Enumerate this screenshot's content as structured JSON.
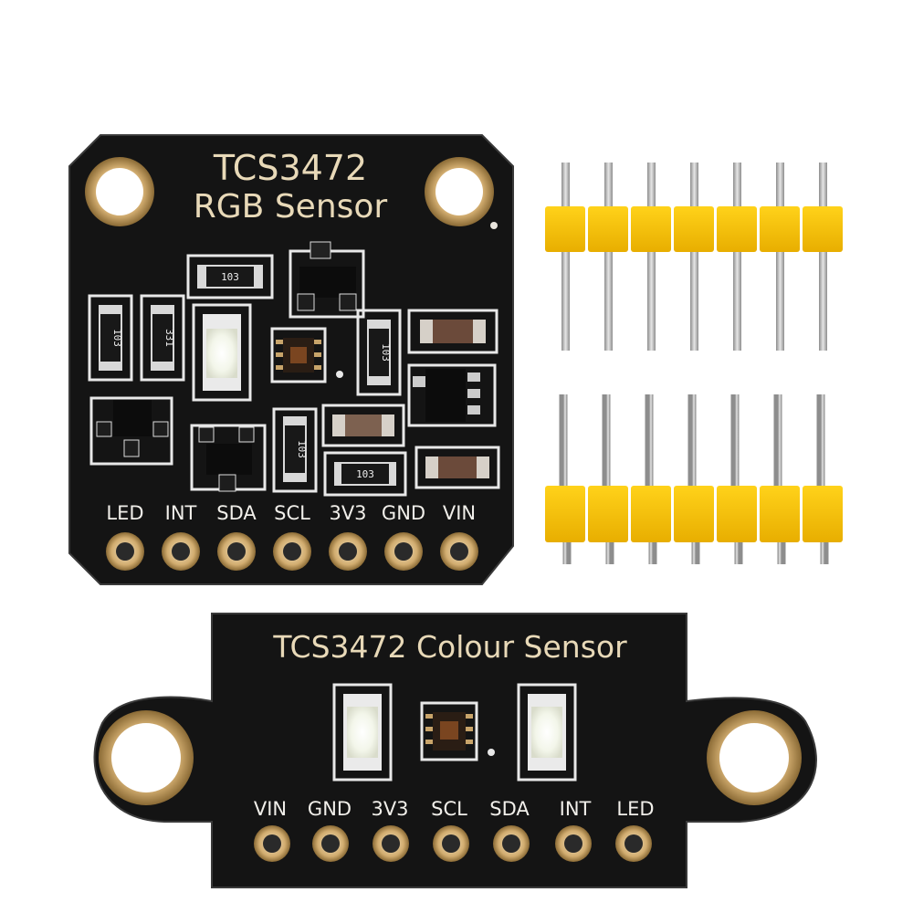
{
  "square_board": {
    "title_line1": "TCS3472",
    "title_line2": "RGB Sensor",
    "pins": [
      "LED",
      "INT",
      "SDA",
      "SCL",
      "3V3",
      "GND",
      "VIN"
    ],
    "resistor_codes": [
      "103",
      "103",
      "331",
      "103",
      "103",
      "103"
    ]
  },
  "long_board": {
    "title": "TCS3472 Colour Sensor",
    "pins": [
      "VIN",
      "GND",
      "3V3",
      "SCL",
      "SDA",
      "INT",
      "LED"
    ]
  },
  "header_pins": {
    "rows": 2,
    "pins_per_row": 7
  },
  "colors": {
    "pcb": "#151515",
    "silkscreen": "#f2f2f2",
    "gold": "#c8a46a",
    "header_plastic": "#f7c600",
    "pin_metal": "#b8b8b8"
  }
}
